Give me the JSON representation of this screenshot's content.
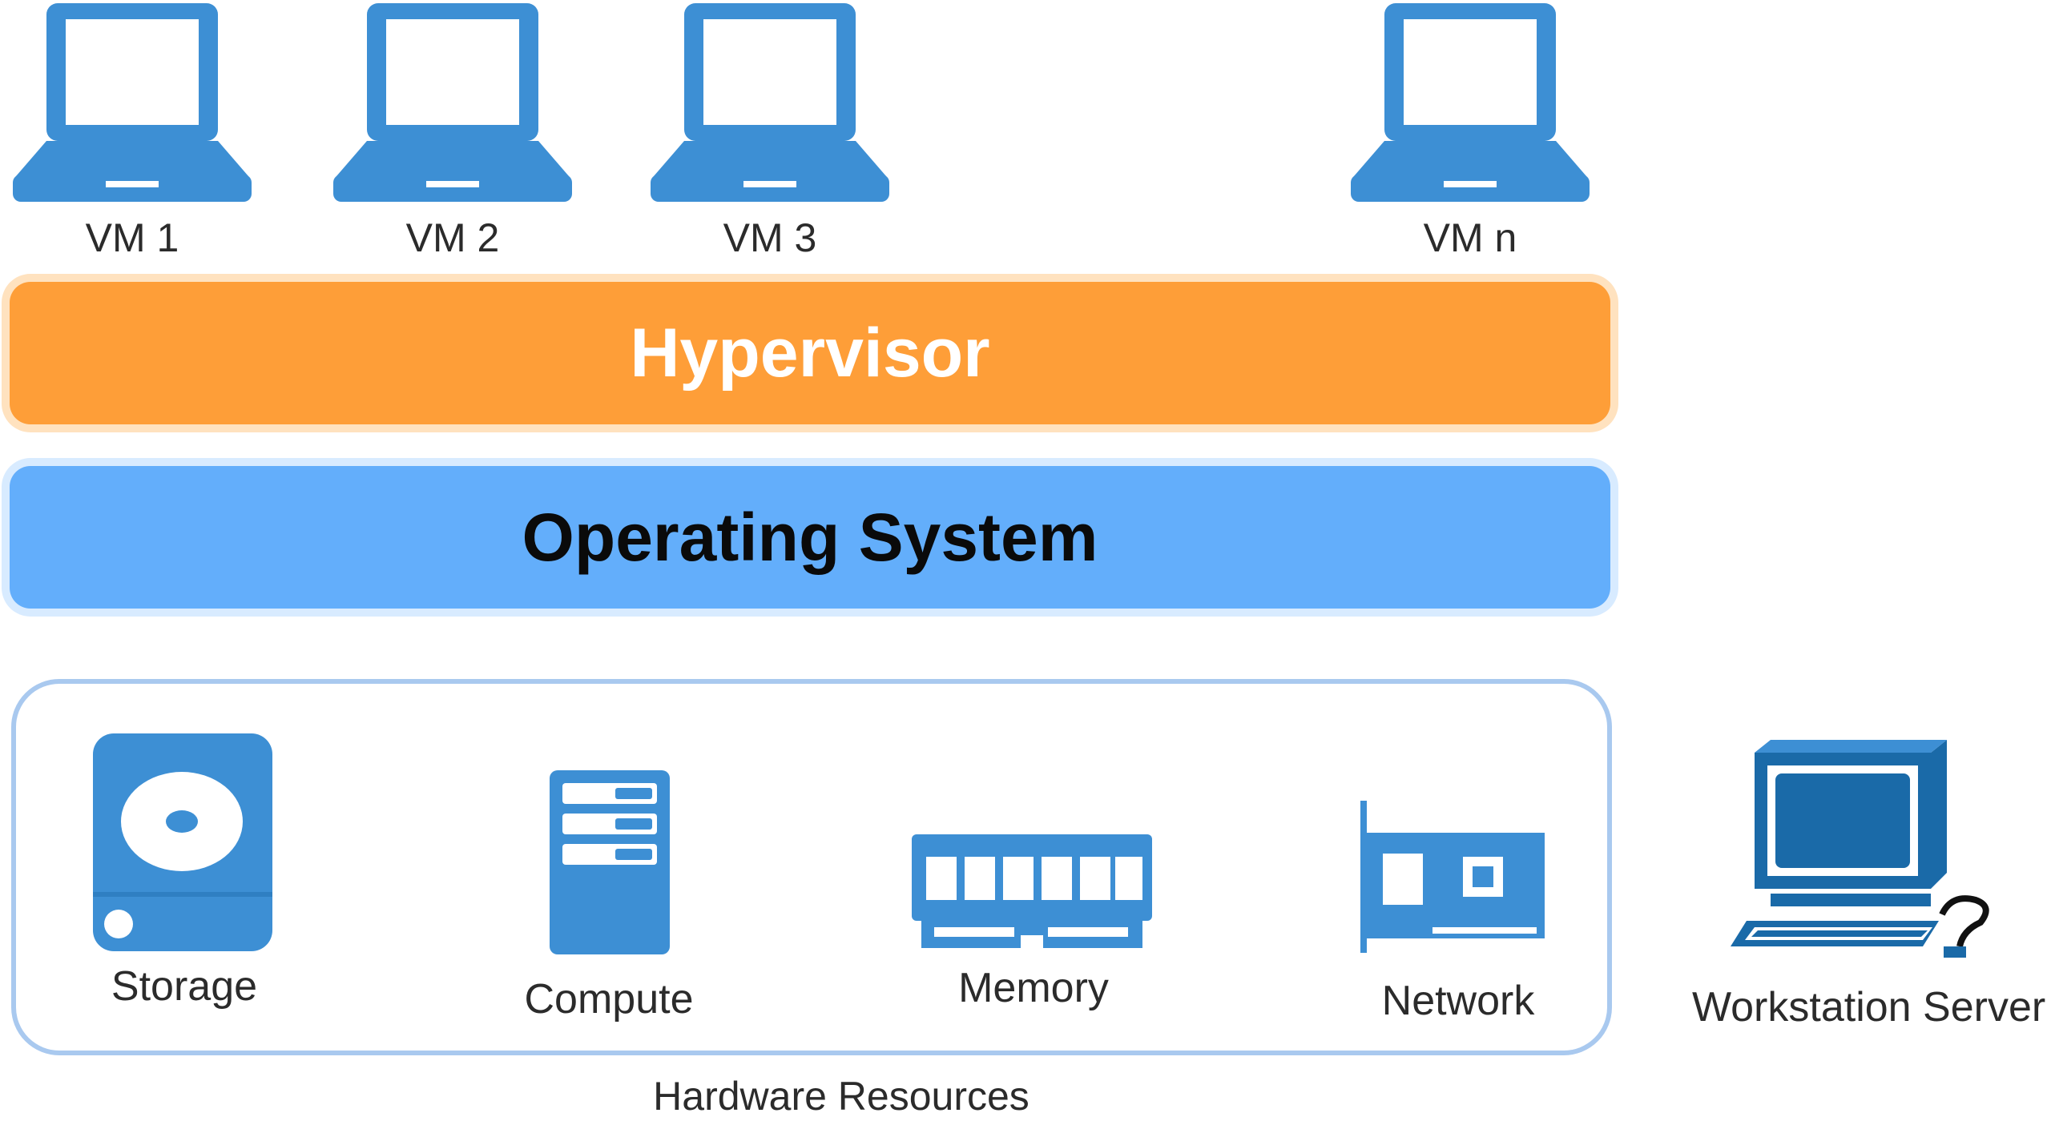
{
  "vms": [
    {
      "label": "VM 1"
    },
    {
      "label": "VM 2"
    },
    {
      "label": "VM 3"
    },
    {
      "label": "VM n"
    }
  ],
  "layers": {
    "hypervisor": "Hypervisor",
    "operating_system": "Operating System"
  },
  "hardware": {
    "caption": "Hardware Resources",
    "storage": "Storage",
    "compute": "Compute",
    "memory": "Memory",
    "network": "Network"
  },
  "workstation": {
    "label": "Workstation Server"
  },
  "colors": {
    "icon_blue": "#3d8fd4",
    "hypervisor": "#fe9e38",
    "operating_system": "#63aefb",
    "hw_border": "#a9c9ef",
    "workstation": "#1a6aa8"
  },
  "icons": {
    "vm": "laptop-icon",
    "storage": "hard-drive-icon",
    "compute": "server-tower-icon",
    "memory": "ram-module-icon",
    "network": "network-card-icon",
    "workstation": "desktop-computer-icon"
  }
}
